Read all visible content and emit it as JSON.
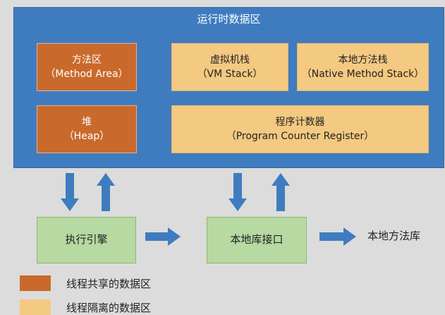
{
  "diagram": {
    "runtime_area": {
      "title": "运行时数据区"
    },
    "method_area": {
      "line1": "方法区",
      "line2": "（Method Area）"
    },
    "vm_stack": {
      "line1": "虚拟机栈",
      "line2": "（VM Stack）"
    },
    "native_method_stack": {
      "line1": "本地方法栈",
      "line2": "（Native Method Stack）"
    },
    "heap": {
      "line1": "堆",
      "line2": "（Heap）"
    },
    "program_counter": {
      "line1": "程序计数器",
      "line2": "（Program Counter Register）"
    },
    "execution_engine": {
      "label": "执行引擎"
    },
    "native_interface": {
      "label": "本地库接口"
    },
    "native_library": {
      "label": "本地方法库"
    }
  },
  "legend": [
    {
      "label": "线程共享的数据区",
      "color": "#c96a2c"
    },
    {
      "label": "线程隔离的数据区",
      "color": "#f4c981"
    }
  ],
  "colors": {
    "runtime_bg": "#3f7cbf",
    "arrow": "#3f7cbf",
    "shared": "#c96a2c",
    "isolated": "#f4c981",
    "engine": "#b7d9a2"
  }
}
